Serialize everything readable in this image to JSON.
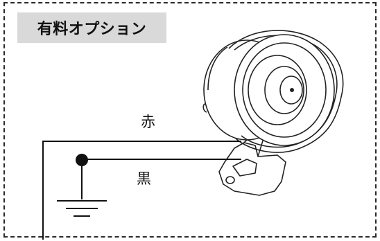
{
  "badge": {
    "title": "有料オプション"
  },
  "wires": {
    "red_label": "赤",
    "black_label": "黒"
  },
  "icons": {
    "device": "horn-speaker-icon",
    "ground": "ground-symbol-icon"
  },
  "colors": {
    "line": "#111111",
    "badge_bg": "#d9d9d9",
    "frame": "#2a2a2a"
  }
}
